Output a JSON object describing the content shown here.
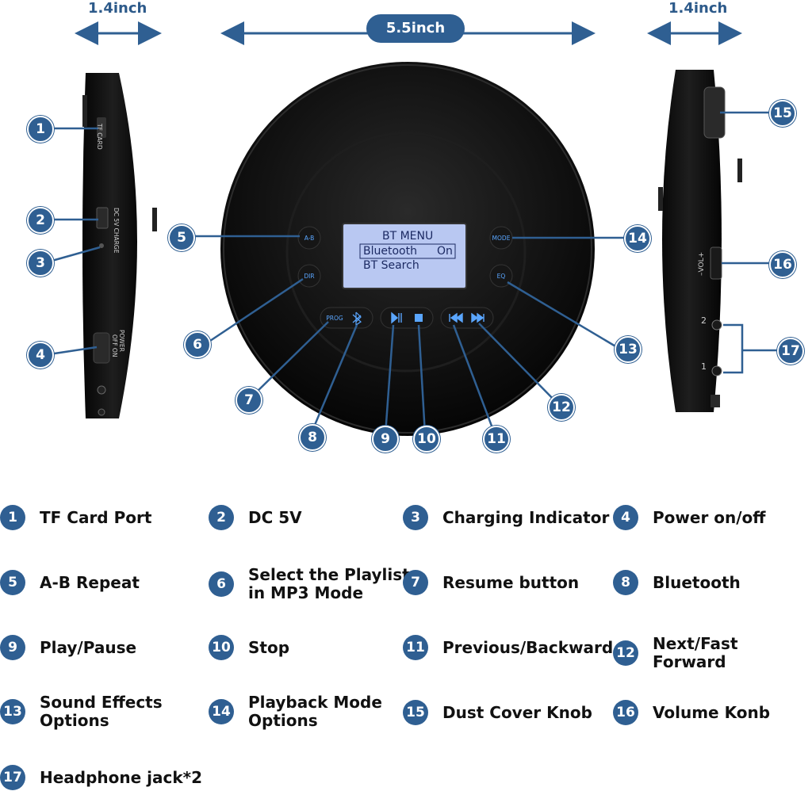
{
  "dimensions": {
    "left_width": "1.4inch",
    "center_width": "5.5inch",
    "right_width": "1.4inch"
  },
  "lcd": {
    "title": "BT MENU",
    "row1_label": "Bluetooth",
    "row1_value": "On",
    "row2_label": "BT Search"
  },
  "device_buttons": {
    "ab": "A-B",
    "dir": "DIR",
    "mode": "MODE",
    "eq": "EQ",
    "prog": "PROG",
    "bluetooth_icon": "bluetooth-icon",
    "play_pause_icon": "play-pause-icon",
    "stop_icon": "stop-icon",
    "prev_icon": "previous-icon",
    "next_icon": "next-icon"
  },
  "side_left_text": {
    "tf_card": "TF CARD",
    "dc_charge": "DC 5V  CHARGE",
    "power": "POWER",
    "off_on": "OFF ON"
  },
  "side_right_text": {
    "vol": "–VOL+",
    "jack2": "2",
    "jack1": "1"
  },
  "callouts": [
    "1",
    "2",
    "3",
    "4",
    "5",
    "6",
    "7",
    "8",
    "9",
    "10",
    "11",
    "12",
    "13",
    "14",
    "15",
    "16",
    "17"
  ],
  "legend": [
    {
      "num": "1",
      "text": "TF Card Port"
    },
    {
      "num": "2",
      "text": "DC 5V"
    },
    {
      "num": "3",
      "text": "Charging Indicator"
    },
    {
      "num": "4",
      "text": "Power on/off"
    },
    {
      "num": "5",
      "text": "A-B Repeat"
    },
    {
      "num": "6",
      "text": "Select the Playlist\nin MP3 Mode"
    },
    {
      "num": "7",
      "text": "Resume button"
    },
    {
      "num": "8",
      "text": "Bluetooth"
    },
    {
      "num": "9",
      "text": "Play/Pause"
    },
    {
      "num": "10",
      "text": "Stop"
    },
    {
      "num": "11",
      "text": "Previous/Backward"
    },
    {
      "num": "12",
      "text": "Next/Fast Forward"
    },
    {
      "num": "13",
      "text": "Sound Effects\nOptions"
    },
    {
      "num": "14",
      "text": "Playback Mode\nOptions"
    },
    {
      "num": "15",
      "text": "Dust Cover Knob"
    },
    {
      "num": "16",
      "text": "Volume Konb"
    },
    {
      "num": "17",
      "text": "Headphone jack*2"
    }
  ],
  "colors": {
    "accent": "#2f5f92",
    "lcd_bg": "#b9c8f2",
    "body": "#111111",
    "button_glow": "#4a9cff"
  }
}
